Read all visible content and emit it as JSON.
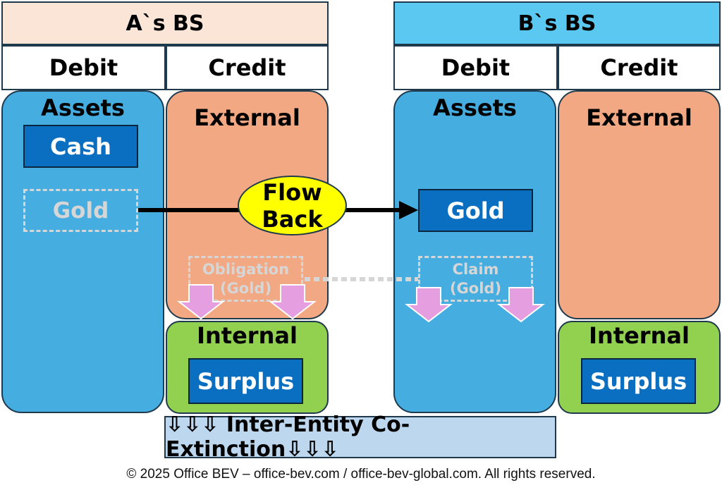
{
  "a_bs": {
    "title": "A`s BS",
    "debit_label": "Debit",
    "credit_label": "Credit",
    "assets_title": "Assets",
    "cash_label": "Cash",
    "gold_ghost_label": "Gold",
    "external_title": "External",
    "obligation_line1": "Obligation",
    "obligation_line2": "(Gold)",
    "internal_title": "Internal",
    "surplus_label": "Surplus"
  },
  "b_bs": {
    "title": "B`s BS",
    "debit_label": "Debit",
    "credit_label": "Credit",
    "assets_title": "Assets",
    "gold_label": "Gold",
    "claim_line1": "Claim",
    "claim_line2": "(Gold)",
    "external_title": "External",
    "internal_title": "Internal",
    "surplus_label": "Surplus"
  },
  "flow": {
    "line1": "Flow",
    "line2": "Back"
  },
  "banner": {
    "text": "⇩⇩⇩ Inter-Entity Co-Extinction⇩⇩⇩"
  },
  "footer": {
    "text": "© 2025 Office BEV – office-bev.com / office-bev-global.com. All rights reserved."
  },
  "colors": {
    "a_header": "#fbe5d6",
    "b_header": "#5bc8f2",
    "asset_blue": "#45ade0",
    "external_orange": "#f2a882",
    "internal_green": "#92d050",
    "item_blue": "#0b6fc1",
    "flow_yellow": "#ffff00",
    "arrow_pink": "#e59ee0",
    "banner_blue": "#bdd7ee"
  }
}
